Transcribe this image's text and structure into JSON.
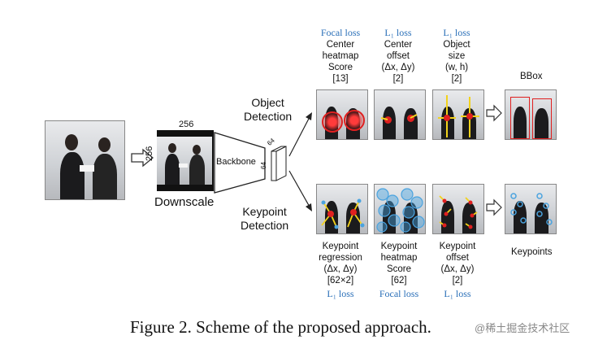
{
  "input": {
    "size_top": "256",
    "size_side": "256",
    "downscale_label": "Downscale"
  },
  "backbone": {
    "label": "Backbone",
    "feat_w": "64",
    "feat_h": "64"
  },
  "branches": {
    "object": "Object\nDetection",
    "keypoint": "Keypoint\nDetection"
  },
  "top_heads": [
    {
      "loss": "Focal loss",
      "name": "Center\nheatmap",
      "target": "Score",
      "dim": "[13]"
    },
    {
      "loss": "L₁ loss",
      "name": "Center\noffset",
      "target": "(Δx, Δy)",
      "dim": "[2]"
    },
    {
      "loss": "L₁ loss",
      "name": "Object\nsize",
      "target": "(w, h)",
      "dim": "[2]"
    }
  ],
  "bottom_heads": [
    {
      "name": "Keypoint\nregression",
      "target": "(Δx, Δy)",
      "dim": "[62×2]",
      "loss": "L₁ loss"
    },
    {
      "name": "Keypoint\nheatmap",
      "target": "Score",
      "dim": "[62]",
      "loss": "Focal loss"
    },
    {
      "name": "Keypoint\noffset",
      "target": "(Δx, Δy)",
      "dim": "[2]",
      "loss": "L₁ loss"
    }
  ],
  "outputs": {
    "bbox": "BBox",
    "keypoints": "Keypoints"
  },
  "caption": "Figure 2. Scheme of the proposed approach.",
  "watermark": "@稀土掘金技术社区",
  "colors": {
    "loss_text": "#2a6fb8",
    "heat_red": "#e02020",
    "kp_yellow": "#f2d21b",
    "kp_blue": "#4aa3df",
    "bbox_red": "#e02020"
  }
}
